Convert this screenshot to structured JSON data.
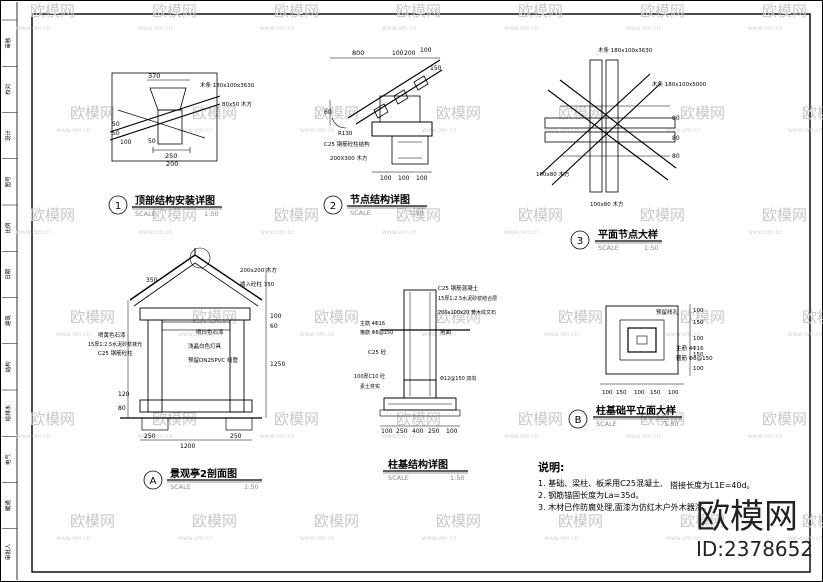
{
  "sidebar_labels": [
    "审核",
    "校对",
    "设计",
    "图号",
    "比例",
    "日期",
    "建筑",
    "结构",
    "给排水",
    "电气",
    "暖通",
    "审批人"
  ],
  "drawings": [
    {
      "num": "1",
      "title": "顶部结构安装详图",
      "scale_word": "SCALE",
      "scale_value": "1:50"
    },
    {
      "num": "2",
      "title": "节点结构详图",
      "scale_word": "SCALE",
      "scale_value": "1:50"
    },
    {
      "num": "3",
      "title": "平面节点大样",
      "scale_word": "SCALE",
      "scale_value": "1:50"
    },
    {
      "num": "A",
      "title": "景观亭2剖面图",
      "scale_word": "SCALE",
      "scale_value": "1:50"
    },
    {
      "num": "",
      "title": "柱基结构详图",
      "scale_word": "SCALE",
      "scale_value": "1:50"
    },
    {
      "num": "B",
      "title": "柱基础平立面大样",
      "scale_word": "SCALE",
      "scale_value": "1:50"
    }
  ],
  "d1": {
    "dims": [
      "370",
      "250",
      "200",
      "50",
      "50",
      "100",
      "50"
    ],
    "annots": [
      "木条 180x100x3630",
      "80x50 木方"
    ]
  },
  "d2": {
    "dims": [
      "800",
      "100",
      "200",
      "100",
      "60",
      "150",
      "100",
      "100",
      "100"
    ],
    "annots": [
      "R130",
      "C25 钢筋砼柱结构",
      "200X300 木方"
    ]
  },
  "d3": {
    "dims": [
      "80",
      "80",
      "80"
    ],
    "annots": [
      "木条 180x100x3630",
      "木条 180x100x5000",
      "100x80 木方",
      "100x80 木方"
    ]
  },
  "dA": {
    "dims": [
      "350",
      "1200",
      "250",
      "250",
      "1250",
      "60",
      "100",
      "120",
      "80"
    ],
    "annots": [
      "200x200 木方",
      "插入砼柱 350",
      "喷黄色石漆",
      "15厚1:2.5水泥砂浆抹光",
      "C25 钢筋砼柱",
      "喷白色石漆",
      "浅晶白色灯具",
      "预留DN25PVC 线管"
    ]
  },
  "dF": {
    "dims": [
      "100",
      "250",
      "400",
      "250",
      "100"
    ],
    "annots": [
      "C25 钢筋混凝土",
      "15厚1:2.5水泥砂浆结合层",
      "200x100x20 黄木纹文石",
      "主筋 4Φ16",
      "箍筋 Φ8@150",
      "地面",
      "C25 砼",
      "100厚C10 砼",
      "素土夯实",
      "Φ12@150 双向"
    ]
  },
  "dB": {
    "dims": [
      "100",
      "150",
      "100",
      "150",
      "100",
      "100",
      "150",
      "100",
      "150",
      "100"
    ],
    "annots": [
      "预留线孔",
      "主筋 4Φ16",
      "箍筋 Φ8@150"
    ]
  },
  "notes": {
    "heading": "说明:",
    "items": [
      "1. 基础、梁柱、板采用C25混凝土,",
      "搭接长度为L1E=40d。",
      "2. 钢筋锚固长度为La=35d。",
      "3. 木材已作防腐处理,面漆为仿红木户外木器漆。"
    ]
  },
  "watermark": {
    "logo": "欧模网",
    "url": "www.om.cn",
    "big_logo": "欧模网",
    "id": "ID:2378652"
  }
}
